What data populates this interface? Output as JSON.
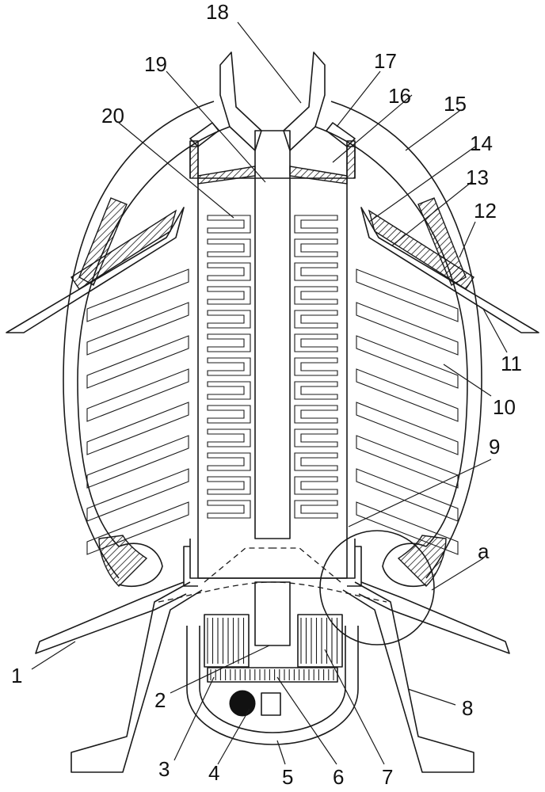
{
  "labels": [
    {
      "id": "1",
      "text": "1"
    },
    {
      "id": "2",
      "text": "2"
    },
    {
      "id": "3",
      "text": "3"
    },
    {
      "id": "4",
      "text": "4"
    },
    {
      "id": "5",
      "text": "5"
    },
    {
      "id": "6",
      "text": "6"
    },
    {
      "id": "7",
      "text": "7"
    },
    {
      "id": "8",
      "text": "8"
    },
    {
      "id": "9",
      "text": "9"
    },
    {
      "id": "10",
      "text": "10"
    },
    {
      "id": "11",
      "text": "11"
    },
    {
      "id": "12",
      "text": "12"
    },
    {
      "id": "13",
      "text": "13"
    },
    {
      "id": "14",
      "text": "14"
    },
    {
      "id": "15",
      "text": "15"
    },
    {
      "id": "16",
      "text": "16"
    },
    {
      "id": "17",
      "text": "17"
    },
    {
      "id": "18",
      "text": "18"
    },
    {
      "id": "19",
      "text": "19"
    },
    {
      "id": "20",
      "text": "20"
    },
    {
      "id": "a",
      "text": "a"
    }
  ]
}
